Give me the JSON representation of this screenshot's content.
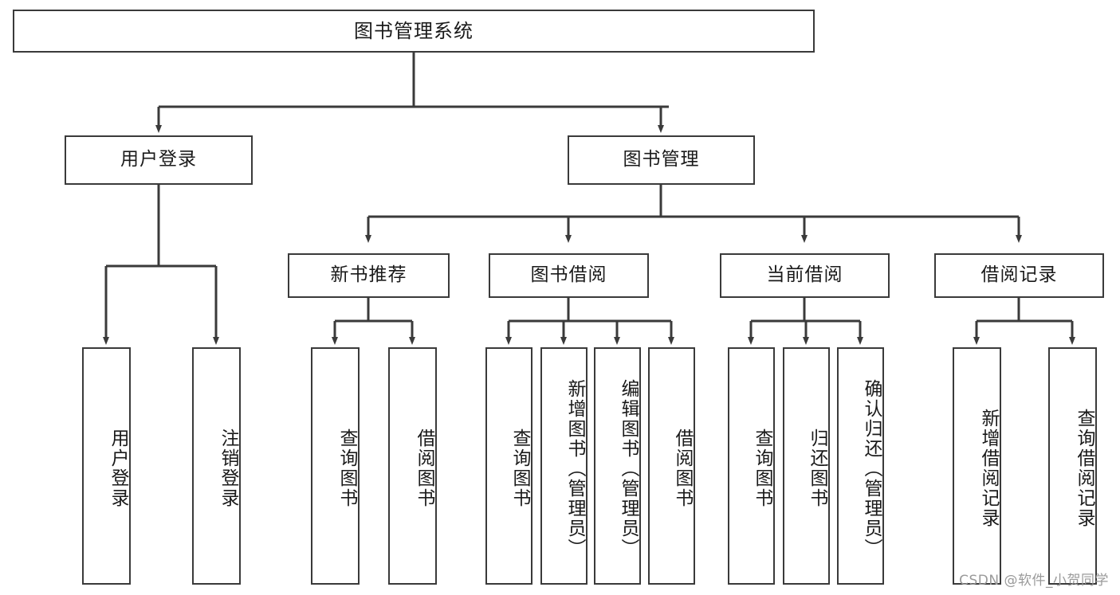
{
  "diagram": {
    "type": "tree",
    "title": "图书管理系统",
    "orientation": "top-down",
    "line_color": "#3a3a3a",
    "box_fill": "#ffffff",
    "text_color": "#1a1a1a"
  },
  "root": {
    "label": "图书管理系统"
  },
  "level1": [
    {
      "label": "用户登录"
    },
    {
      "label": "图书管理"
    }
  ],
  "level2": [
    {
      "label": "新书推荐"
    },
    {
      "label": "图书借阅"
    },
    {
      "label": "当前借阅"
    },
    {
      "label": "借阅记录"
    }
  ],
  "leaves": {
    "user_login": [
      {
        "label": "用户登录"
      },
      {
        "label": "注销登录"
      }
    ],
    "new_book_recommend": [
      {
        "label": "查询图书"
      },
      {
        "label": "借阅图书"
      }
    ],
    "book_borrow": [
      {
        "label": "查询图书"
      },
      {
        "label": "新增图书（管理员）"
      },
      {
        "label": "编辑图书（管理员）"
      },
      {
        "label": "借阅图书"
      }
    ],
    "current_borrow": [
      {
        "label": "查询图书"
      },
      {
        "label": "归还图书"
      },
      {
        "label": "确认归还（管理员）"
      }
    ],
    "borrow_records": [
      {
        "label": "新增借阅记录"
      },
      {
        "label": "查询借阅记录"
      }
    ]
  },
  "watermark": {
    "text": "CSDN @软件_小贺同学"
  }
}
